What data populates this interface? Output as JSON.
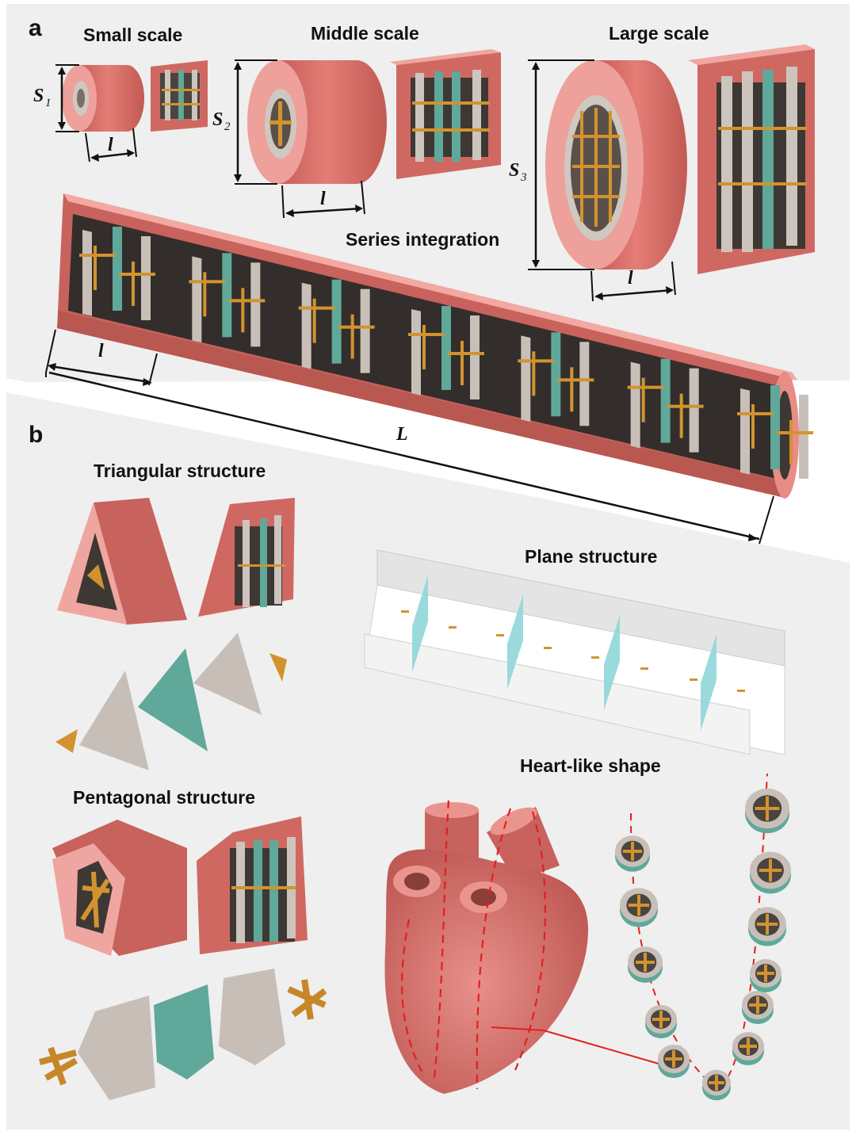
{
  "panels": {
    "a": {
      "letter": "a",
      "small_scale": "Small scale",
      "middle_scale": "Middle scale",
      "large_scale": "Large scale",
      "series_integration": "Series integration",
      "dims": {
        "s": "S",
        "s1_sub": "1",
        "s2_sub": "2",
        "s3_sub": "3",
        "l_small": "l",
        "L_big": "L"
      }
    },
    "b": {
      "letter": "b",
      "triangular": "Triangular structure",
      "plane": "Plane structure",
      "pentagonal": "Pentagonal structure",
      "heart": "Heart-like shape"
    }
  },
  "colors": {
    "background": "#efefef",
    "shell": "#d9706a",
    "shell_light": "#f0a6a0",
    "shell_dark": "#b85650",
    "electrode_grey": "#c8c0b8",
    "membrane_teal": "#5fa89a",
    "connector_gold": "#d2932f",
    "dashed_path": "#e02020"
  }
}
